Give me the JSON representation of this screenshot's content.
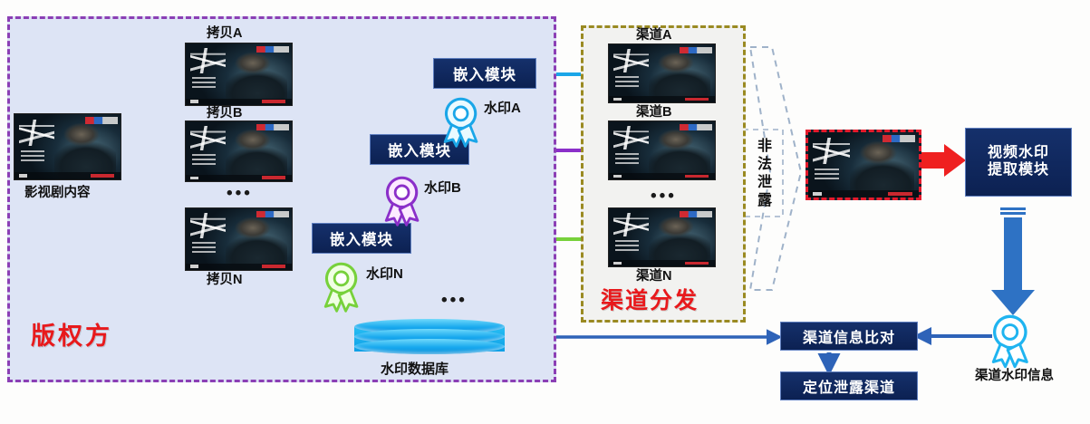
{
  "diagram": {
    "title_hidden": "视频水印流程图",
    "colors": {
      "copyright_border": "#8b3fb5",
      "copyright_fill": "#dde4f5",
      "channel_border": "#9a8a22",
      "channel_fill": "#f2f2f0",
      "module_navy": "#0f2a62",
      "flow_blue": "#3d7cc9",
      "watermark_a": "#1aa6e8",
      "watermark_b": "#8b2fc9",
      "watermark_n": "#77d13b",
      "red_title": "#e8191c",
      "db_cyan": "#17a8ee",
      "leak_red": "#e51b2c"
    }
  },
  "copyright_zone": {
    "title": "版权方",
    "source": {
      "label": "影视剧内容",
      "thumb_name": "source-video-thumbnail"
    },
    "copies": [
      {
        "label": "拷贝A"
      },
      {
        "label": "拷贝B"
      },
      {
        "label": "拷贝N"
      }
    ],
    "copies_ellipsis": "•••",
    "embed_modules": [
      {
        "label": "嵌入模块"
      },
      {
        "label": "嵌入模块"
      },
      {
        "label": "嵌入模块"
      }
    ],
    "watermarks": [
      {
        "label": "水印A",
        "icon": "ribbon-badge-icon",
        "color": "#1aa6e8"
      },
      {
        "label": "水印B",
        "icon": "ribbon-badge-icon",
        "color": "#8b2fc9"
      },
      {
        "label": "水印N",
        "icon": "ribbon-badge-icon",
        "color": "#77d13b"
      }
    ],
    "database": {
      "label": "水印数据库",
      "icon": "database-cylinder-icon"
    },
    "database_ellipsis": "•••"
  },
  "channel_zone": {
    "title": "渠道分发",
    "channels": [
      {
        "label": "渠道A"
      },
      {
        "label": "渠道B"
      },
      {
        "label": "渠道N"
      }
    ],
    "channels_ellipsis": "•••"
  },
  "leak": {
    "label": "非法泄露",
    "arrow_icon": "dashed-right-arrow-icon"
  },
  "detection_zone": {
    "leaked_video": {
      "thumb_name": "leaked-video-thumbnail",
      "border_style": "red-dashed"
    },
    "red_arrow_icon": "red-right-arrow-icon",
    "extract_module": {
      "line1": "视频水印",
      "line2": "提取模块"
    },
    "down_arrow_icon": "blue-down-arrow-icon",
    "channel_watermark_info": {
      "label": "渠道水印信息",
      "icon": "ribbon-badge-icon"
    },
    "compare_module": {
      "label": "渠道信息比对"
    },
    "locate_module": {
      "label": "定位泄露渠道"
    }
  }
}
